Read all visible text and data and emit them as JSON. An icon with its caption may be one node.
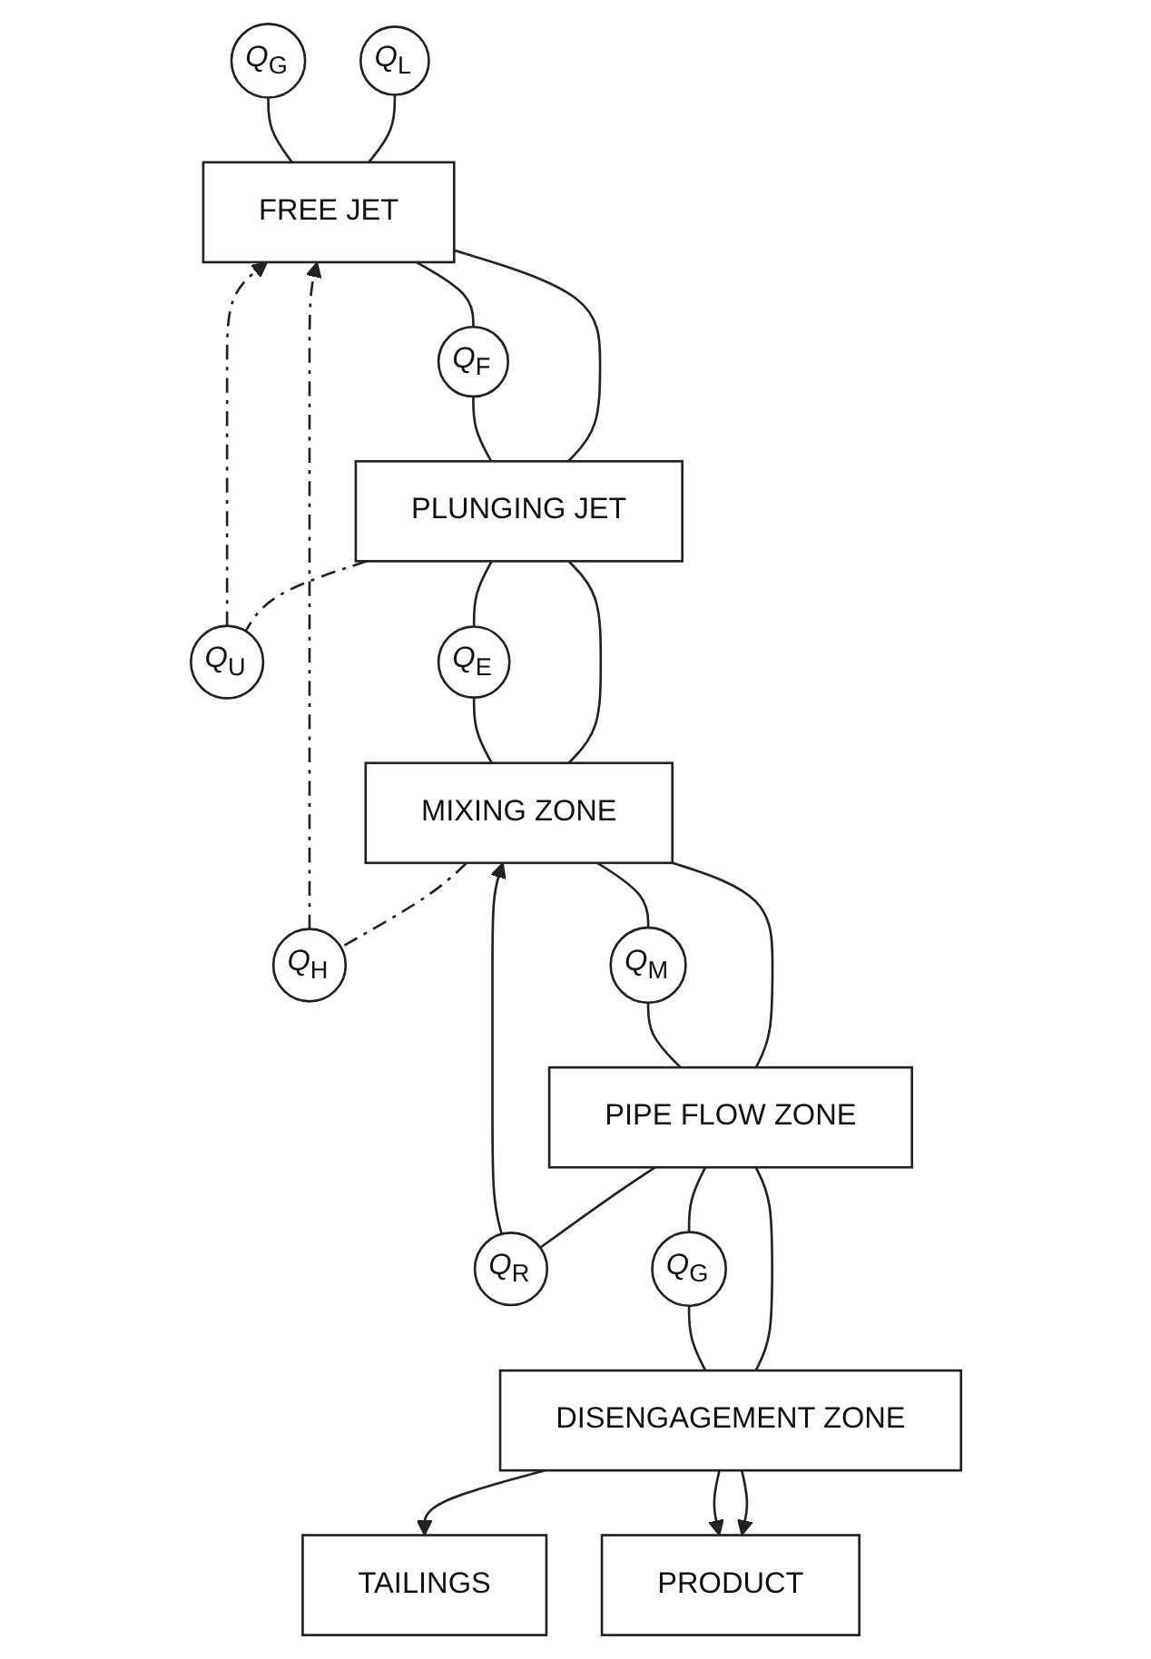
{
  "diagram": {
    "nodes": [
      {
        "text": [
          "Q$_{L}$"
        ]
      },
      {
        "text": [
          "Q$_{G}$"
        ]
      },
      {
        "text": [
          "FREE JET"
        ]
      },
      {
        "text": [
          "Q$_{F}$"
        ]
      },
      {
        "text": [
          "Q$_{U}$"
        ]
      },
      {
        "text": [
          "Q$_{H}$"
        ]
      },
      {
        "text": [
          "PLUNGING JET"
        ]
      },
      {
        "text": [
          "Q$_{E}$"
        ]
      },
      {
        "text": [
          "MIXING ZONE"
        ]
      },
      {
        "text": [
          "Q$_{M}$"
        ]
      },
      {
        "text": [
          "Q$_{R}$"
        ]
      },
      {
        "text": [
          "PIPE FLOW ZONE"
        ]
      },
      {
        "text": [
          "Q$_{G}$"
        ]
      },
      {
        "text": [
          "DISENGAGEMENT ZONE"
        ]
      },
      {
        "text": [
          "TAILINGS"
        ]
      },
      {
        "text": [
          "PRODUCT"
        ]
      }
    ],
    "edges": [
      {
        "from": 0,
        "to": 2,
        "arrow": "none"
      },
      {
        "from": 1,
        "to": 2,
        "arrow": "none"
      },
      {
        "from": 4,
        "to": 2,
        "arrow": "to",
        "style": "dashed"
      },
      {
        "from": 5,
        "to": 2,
        "arrow": "to",
        "style": "dashed"
      },
      {
        "from": 2,
        "to": 3,
        "arrow": "none"
      },
      {
        "from": 2,
        "to": 6,
        "arrow": "none"
      },
      {
        "from": 3,
        "to": 6,
        "arrow": "none"
      },
      {
        "from": 6,
        "to": 4,
        "arrow": "none",
        "style": "dashed"
      },
      {
        "from": 6,
        "to": 7,
        "arrow": "none"
      },
      {
        "from": 6,
        "to": 8,
        "arrow": "none"
      },
      {
        "from": 7,
        "to": 8,
        "arrow": "none"
      },
      {
        "from": 8,
        "to": 5,
        "arrow": "none",
        "style": "dashed"
      },
      {
        "from": 10,
        "to": 8,
        "arrow": "to"
      },
      {
        "from": 8,
        "to": 9,
        "arrow": "none"
      },
      {
        "from": 8,
        "to": 11,
        "arrow": "none"
      },
      {
        "from": 9,
        "to": 11,
        "arrow": "none"
      },
      {
        "from": 11,
        "to": 10,
        "arrow": "none"
      },
      {
        "from": 11,
        "to": 12,
        "arrow": "none"
      },
      {
        "from": 11,
        "to": 13,
        "arrow": "none"
      },
      {
        "from": 12,
        "to": 13,
        "arrow": "none"
      },
      {
        "from": 13,
        "to": 14,
        "arrow": "to"
      },
      {
        "from": 13,
        "to": 15,
        "arrow": "to"
      },
      {
        "from": 13,
        "to": 15,
        "arrow": "to"
      }
    ]
  }
}
